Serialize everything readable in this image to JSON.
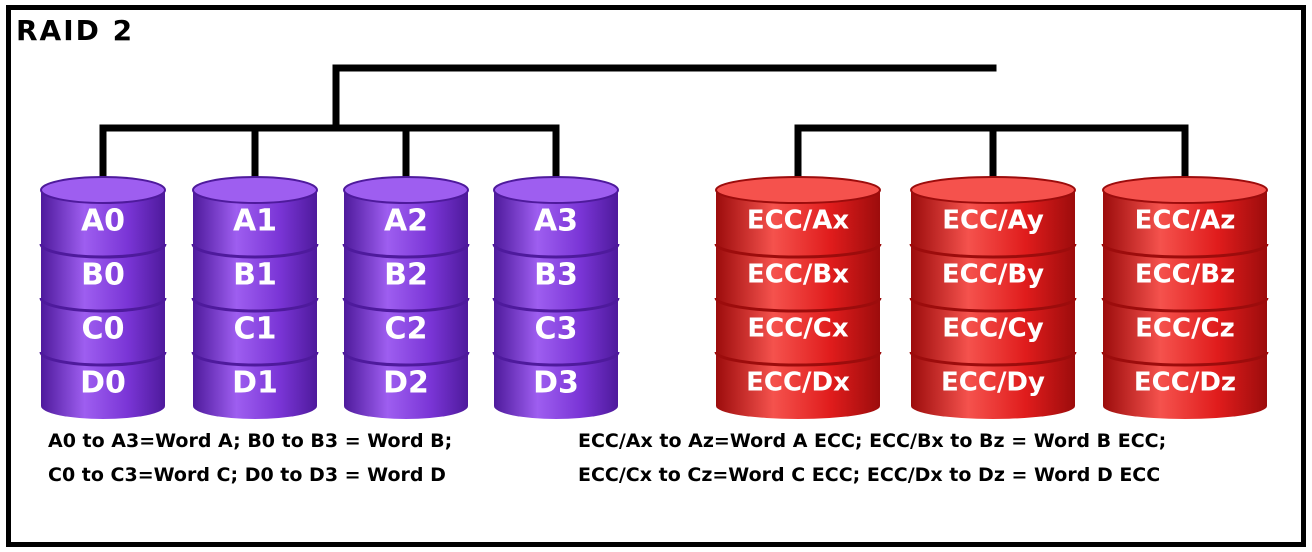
{
  "title": "RAID 2",
  "colors": {
    "data_disk": "#7a35d6",
    "data_disk_light": "#9e5ef0",
    "data_disk_dark": "#4e1a9c",
    "ecc_disk": "#e01c1c",
    "ecc_disk_light": "#f5524d",
    "ecc_disk_dark": "#9c0c0c",
    "bus_line": "#000000"
  },
  "data_disks": [
    {
      "platters": [
        "A0",
        "B0",
        "C0",
        "D0"
      ]
    },
    {
      "platters": [
        "A1",
        "B1",
        "C1",
        "D1"
      ]
    },
    {
      "platters": [
        "A2",
        "B2",
        "C2",
        "D2"
      ]
    },
    {
      "platters": [
        "A3",
        "B3",
        "C3",
        "D3"
      ]
    }
  ],
  "ecc_disks": [
    {
      "platters": [
        "ECC/Ax",
        "ECC/Bx",
        "ECC/Cx",
        "ECC/Dx"
      ]
    },
    {
      "platters": [
        "ECC/Ay",
        "ECC/By",
        "ECC/Cy",
        "ECC/Dy"
      ]
    },
    {
      "platters": [
        "ECC/Az",
        "ECC/Bz",
        "ECC/Cz",
        "ECC/Dz"
      ]
    }
  ],
  "captions": {
    "data": [
      "A0 to A3=Word A; B0 to B3 = Word B;",
      "C0 to C3=Word C; D0 to D3 = Word D"
    ],
    "ecc": [
      "ECC/Ax to Az=Word A ECC; ECC/Bx to Bz = Word B ECC;",
      "ECC/Cx to Cz=Word C ECC; ECC/Dx to Dz = Word D ECC"
    ]
  }
}
